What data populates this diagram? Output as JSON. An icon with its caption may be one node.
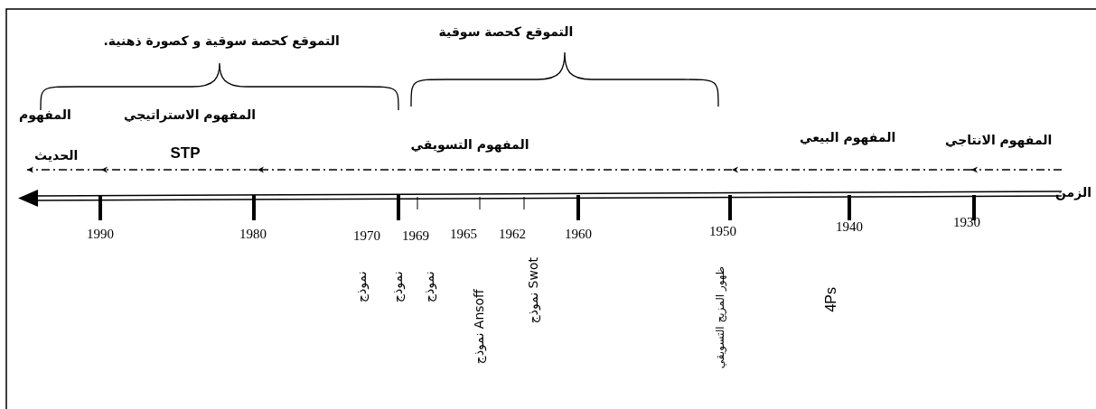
{
  "diagram": {
    "labels": [
      "التموقع كحصة سوقية و  كصورة ذهنية.",
      "التموقع كحصة سوقية",
      "المفهوم",
      "المفهوم الاستراتيجي",
      "المفهوم التسويقي",
      "المفهوم البيعي",
      "المفهوم الانتاجي",
      "الحديث",
      "STP",
      "الزمن",
      "1990",
      "1980",
      "1970",
      "1969",
      "1965",
      "1962",
      "1960",
      "1950",
      "1940",
      "1930",
      "نموذج",
      "نموذج",
      "نموذج",
      "نموذج Ansoff",
      "نموذج Swot",
      "ظهور المزيج التسويقي",
      "4Ps"
    ]
  }
}
